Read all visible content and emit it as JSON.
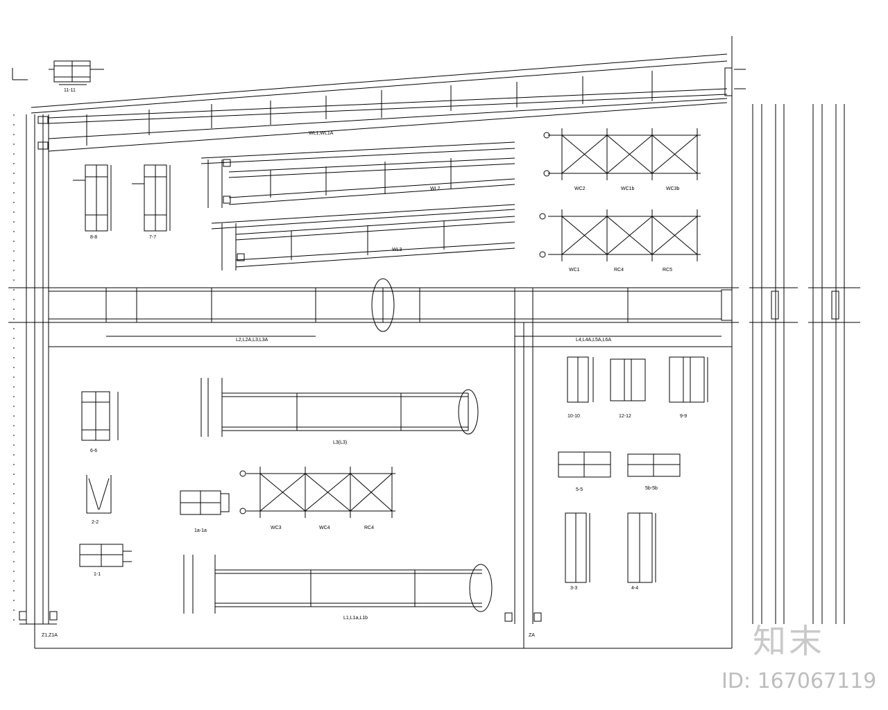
{
  "watermark": {
    "logo": "知末",
    "id_text": "ID: 167067119"
  },
  "labels": {
    "beam_top": "WL1,WL1A",
    "beam_mid_left": "L2,L2A,L3,L3A",
    "beam_mid_right": "L4,L4A,L5A,L6A",
    "beam_l3": "L3(L3)",
    "beam_l1": "L1,L1a,L1b",
    "wl2": "WL2",
    "wl3": "WL3",
    "col_left": "Z1,Z1A",
    "col_mid": "ZA",
    "sec_11": "11-11",
    "sec_88": "8-8",
    "sec_77": "7-7",
    "sec_66": "6-6",
    "sec_22": "2-2",
    "sec_11b": "1-1",
    "sec_1a": "1a-1a",
    "sec_1010": "10-10",
    "sec_1212": "12-12",
    "sec_99": "9-9",
    "sec_55": "5-5",
    "sec_5b": "5b-5b",
    "sec_33": "3-3",
    "sec_44": "4-4",
    "brace_1": "WC2",
    "brace_2": "WC1b",
    "brace_3": "WC3b",
    "brace_4": "WC1",
    "brace_5": "RC4",
    "brace_6": "RC5",
    "brace_7": "WC3",
    "brace_8": "WC4",
    "brace_9": "RC4"
  }
}
